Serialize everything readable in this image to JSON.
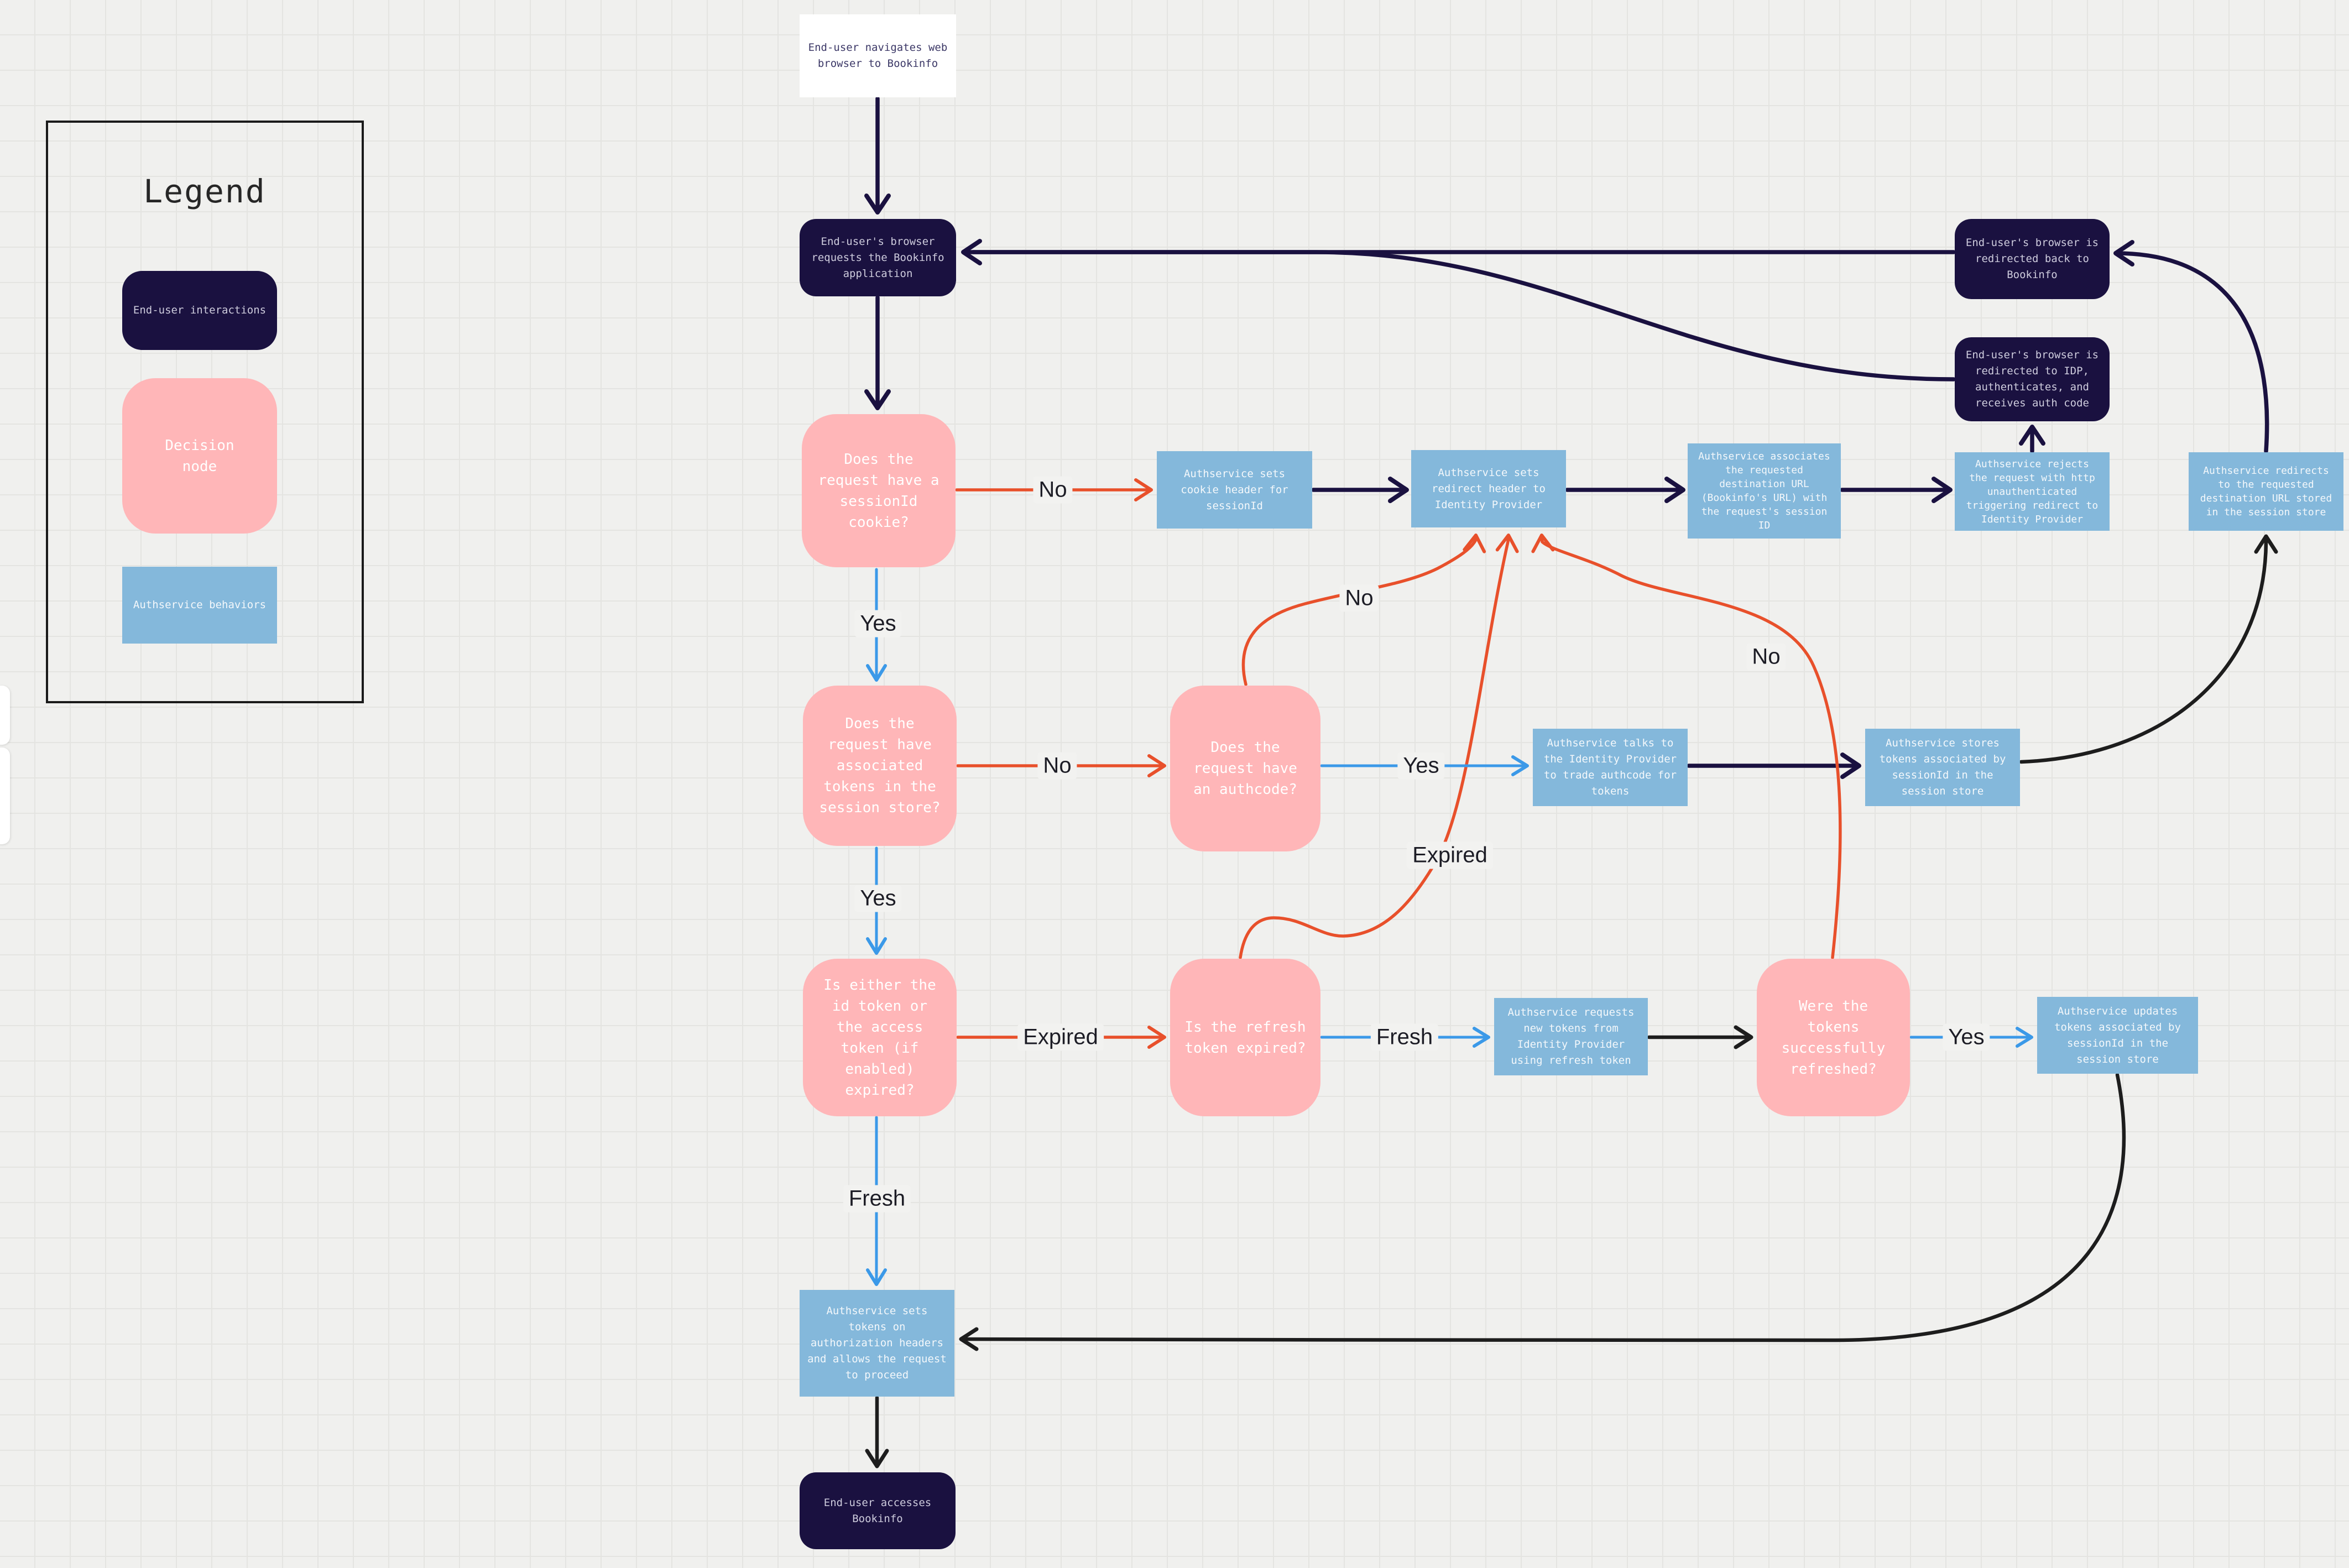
{
  "canvas": {
    "background": "#f0f0ee",
    "grid_color": "#e4e4e1"
  },
  "colors": {
    "end_user_interactions": "#1a1140",
    "decision_node": "#ffb6b8",
    "authservice_behaviors": "#84b8db",
    "arrow_red": "#e8502b",
    "arrow_blue": "#3b99e8",
    "arrow_navy": "#1a1140",
    "arrow_black": "#1d1d1d"
  },
  "legend": {
    "title": "Legend",
    "items": {
      "end_user": "End-user interactions",
      "decision": "Decision\nnode",
      "authservice": "Authservice behaviors"
    }
  },
  "nodes": {
    "start": "End-user navigates web\nbrowser to Bookinfo",
    "requests": "End-user's browser\nrequests the Bookinfo\napplication",
    "back": "End-user's browser is\nredirected back to\nBookinfo",
    "idp": "End-user's browser is\nredirected to IDP,\nauthenticates, and\nreceives auth code",
    "session_cookie": "Does the\nrequest have a\nsessionId\ncookie?",
    "cookie": "Authservice sets\ncookie header for\nsessionId",
    "redirect_header": "Authservice sets\nredirect header to\nIdentity Provider",
    "associates": "Authservice associates\nthe requested\ndestination URL\n(Bookinfo's URL) with\nthe request's session\nID",
    "rejects": "Authservice rejects\nthe request with http\nunauthenticated\ntriggering redirect to\nIdentity Provider",
    "redirects": "Authservice redirects\nto the requested\ndestination URL stored\nin the session store",
    "assoc_tokens": "Does the\nrequest have\nassociated\ntokens in the\nsession store?",
    "authcode": "Does the\nrequest have\nan authcode?",
    "talks": "Authservice talks to\nthe Identity Provider\nto trade authcode for\ntokens",
    "stores": "Authservice stores\ntokens associated by\nsessionId in the\nsession store",
    "token_expired": "Is either the\nid token or\nthe access\ntoken (if\nenabled)\nexpired?",
    "refresh_expired": "Is the refresh\ntoken expired?",
    "requests_new": "Authservice requests\nnew tokens from\nIdentity Provider\nusing refresh token",
    "refreshed": "Were the\ntokens\nsuccessfully\nrefreshed?",
    "updates": "Authservice updates\ntokens associated by\nsessionId in the\nsession store",
    "sets_tokens": "Authservice sets\ntokens on\nauthorization headers\nand allows the request\nto proceed",
    "accesses": "End-user accesses\nBookinfo"
  },
  "edge_labels": {
    "no_session": "No",
    "yes_session": "Yes",
    "no_tokens": "No",
    "yes_tokens": "Yes",
    "yes_authcode": "Yes",
    "no_authcode": "No",
    "expired_tokens": "Expired",
    "fresh_tokens": "Fresh",
    "fresh_refresh": "Fresh",
    "expired_refresh": "Expired",
    "yes_refreshed": "Yes",
    "no_refreshed": "No"
  }
}
